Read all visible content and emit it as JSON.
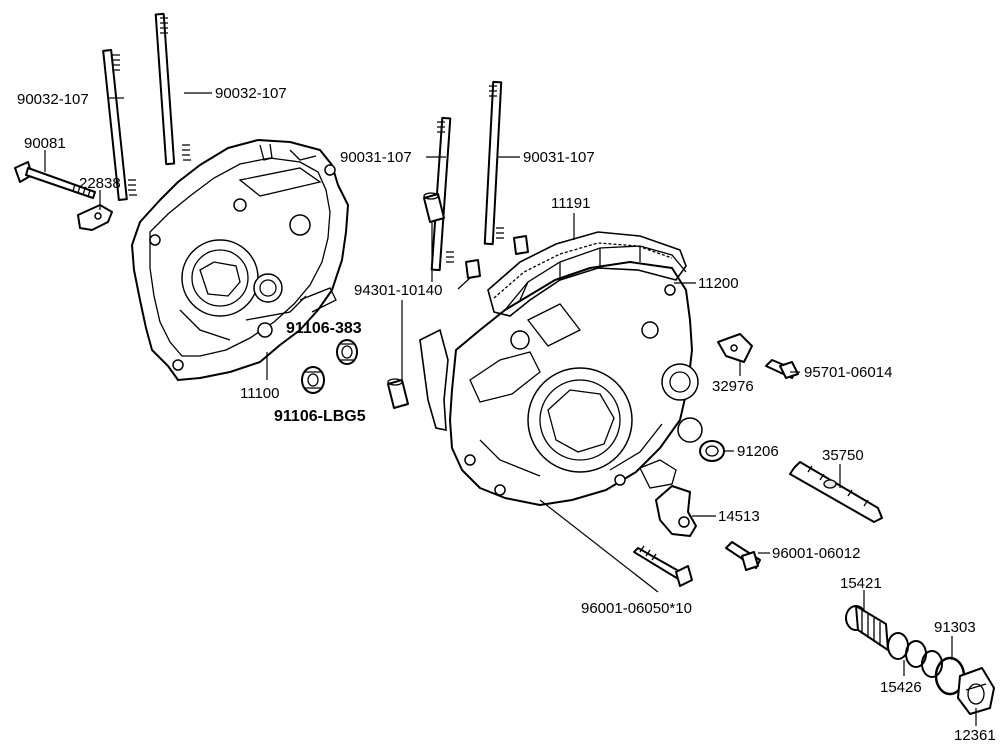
{
  "colors": {
    "line": "#000000",
    "background": "#ffffff"
  },
  "labels": {
    "p90032_107_a": "90032-107",
    "p90032_107_b": "90032-107",
    "p90081": "90081",
    "p22838": "22838",
    "p90031_107_a": "90031-107",
    "p90031_107_b": "90031-107",
    "p11191": "11191",
    "p11200": "11200",
    "p94301_10140": "94301-10140",
    "p91106_383": "91106-383",
    "p11100": "11100",
    "p91106_lbg5": "91106-LBG5",
    "p32976": "32976",
    "p95701_06014": "95701-06014",
    "p91206": "91206",
    "p35750": "35750",
    "p14513": "14513",
    "p96001_06012": "96001-06012",
    "p96001_06050": "96001-06050*10",
    "p15421": "15421",
    "p91303": "91303",
    "p15426": "15426",
    "p12361": "12361"
  }
}
